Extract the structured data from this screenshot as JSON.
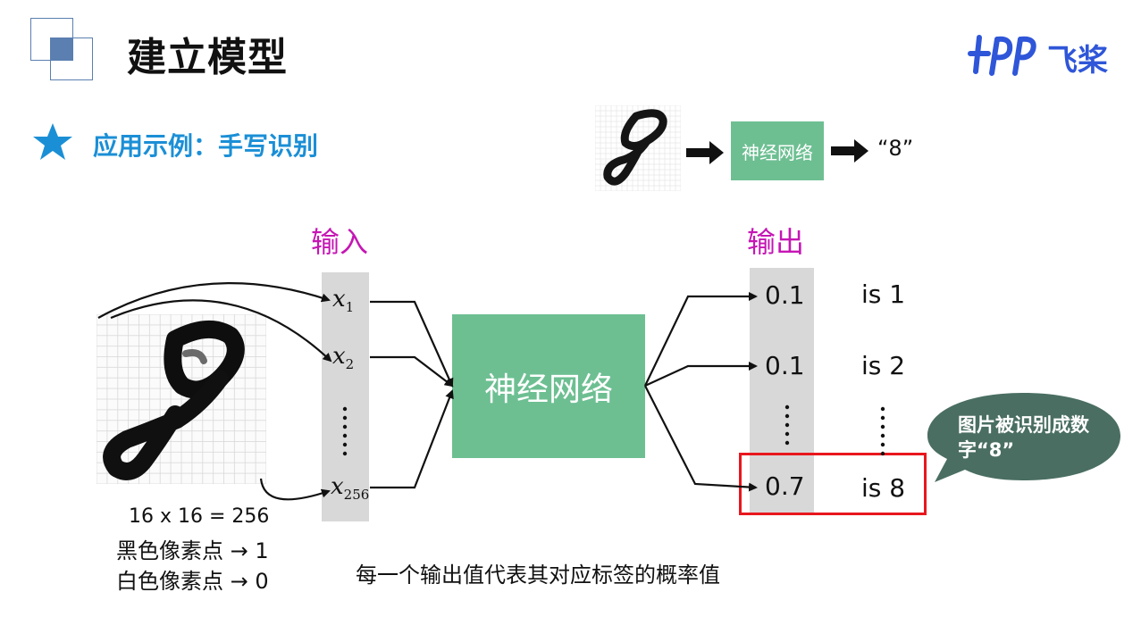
{
  "header": {
    "title": "建立模型",
    "logo_text": "飞桨",
    "logo_mark": "paddle-logo-icon"
  },
  "subtitle": {
    "text": "应用示例：手写识别",
    "icon": "star-icon"
  },
  "mini_diagram": {
    "box_label": "神经网络",
    "result": "“8”"
  },
  "input": {
    "heading": "输入",
    "items": [
      {
        "var": "x",
        "sub": "1"
      },
      {
        "var": "x",
        "sub": "2"
      },
      {
        "var": "x",
        "sub": "256"
      }
    ],
    "dims": "16 x 16 = 256",
    "black_rule": "黑色像素点 → 1",
    "white_rule": "白色像素点 → 0"
  },
  "network": {
    "label": "神经网络"
  },
  "output": {
    "heading": "输出",
    "rows": [
      {
        "value": "0.1",
        "label": "is 1"
      },
      {
        "value": "0.1",
        "label": "is 2"
      },
      {
        "value": "0.7",
        "label": "is 8"
      }
    ]
  },
  "callout": {
    "text": "图片被识别成数字“8”"
  },
  "footer": {
    "note": "每一个输出值代表其对应标签的概率值"
  },
  "colors": {
    "accent_blue": "#1b8fd6",
    "heading_magenta": "#c516b4",
    "network_green": "#6dbf92",
    "highlight_red": "#e8171d",
    "callout_green": "#4a6e62"
  }
}
